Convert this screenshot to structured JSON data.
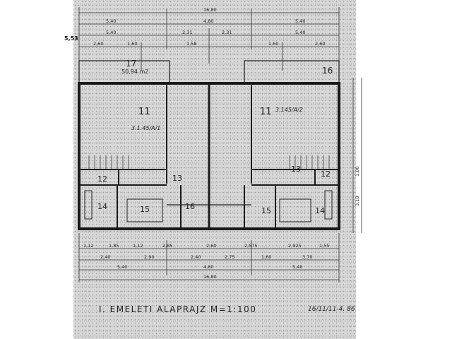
{
  "title": "I. EMELETI  ALAPRAJZ  M=1:100",
  "side_note": "5,53",
  "area_label": "50,94 m2",
  "unit_code_left": "3.1.45/A/1",
  "unit_code_right": "3.145/A/2",
  "handwritten_note": "16/11/11-4. 86",
  "rooms": [
    "17",
    "16",
    "11",
    "11",
    "12",
    "13",
    "13",
    "12",
    "14",
    "15",
    "16",
    "15",
    "14"
  ],
  "dimensions": {
    "top_total": "16,80",
    "top_row1": [
      "5,40",
      "4,80",
      "5,40"
    ],
    "top_row2": [
      "5,40",
      "2,31",
      "2,31",
      "5,40"
    ],
    "top_row3": [
      "2,60",
      "1,60",
      "1,58",
      "1,60",
      "2,60"
    ],
    "bottom_row1": [
      "1,12",
      "1,85",
      "1,12",
      "2,85",
      "2,60",
      "2,575",
      "2,925",
      "1,55"
    ],
    "bottom_row2": [
      "2,40",
      "2,90",
      "2,40",
      "2,75",
      "1,60",
      "3,70"
    ],
    "bottom_row3": [
      "5,40",
      "4,80",
      "5,40"
    ],
    "bottom_total": "16,80",
    "right": [
      "1,80",
      "3,10"
    ]
  }
}
